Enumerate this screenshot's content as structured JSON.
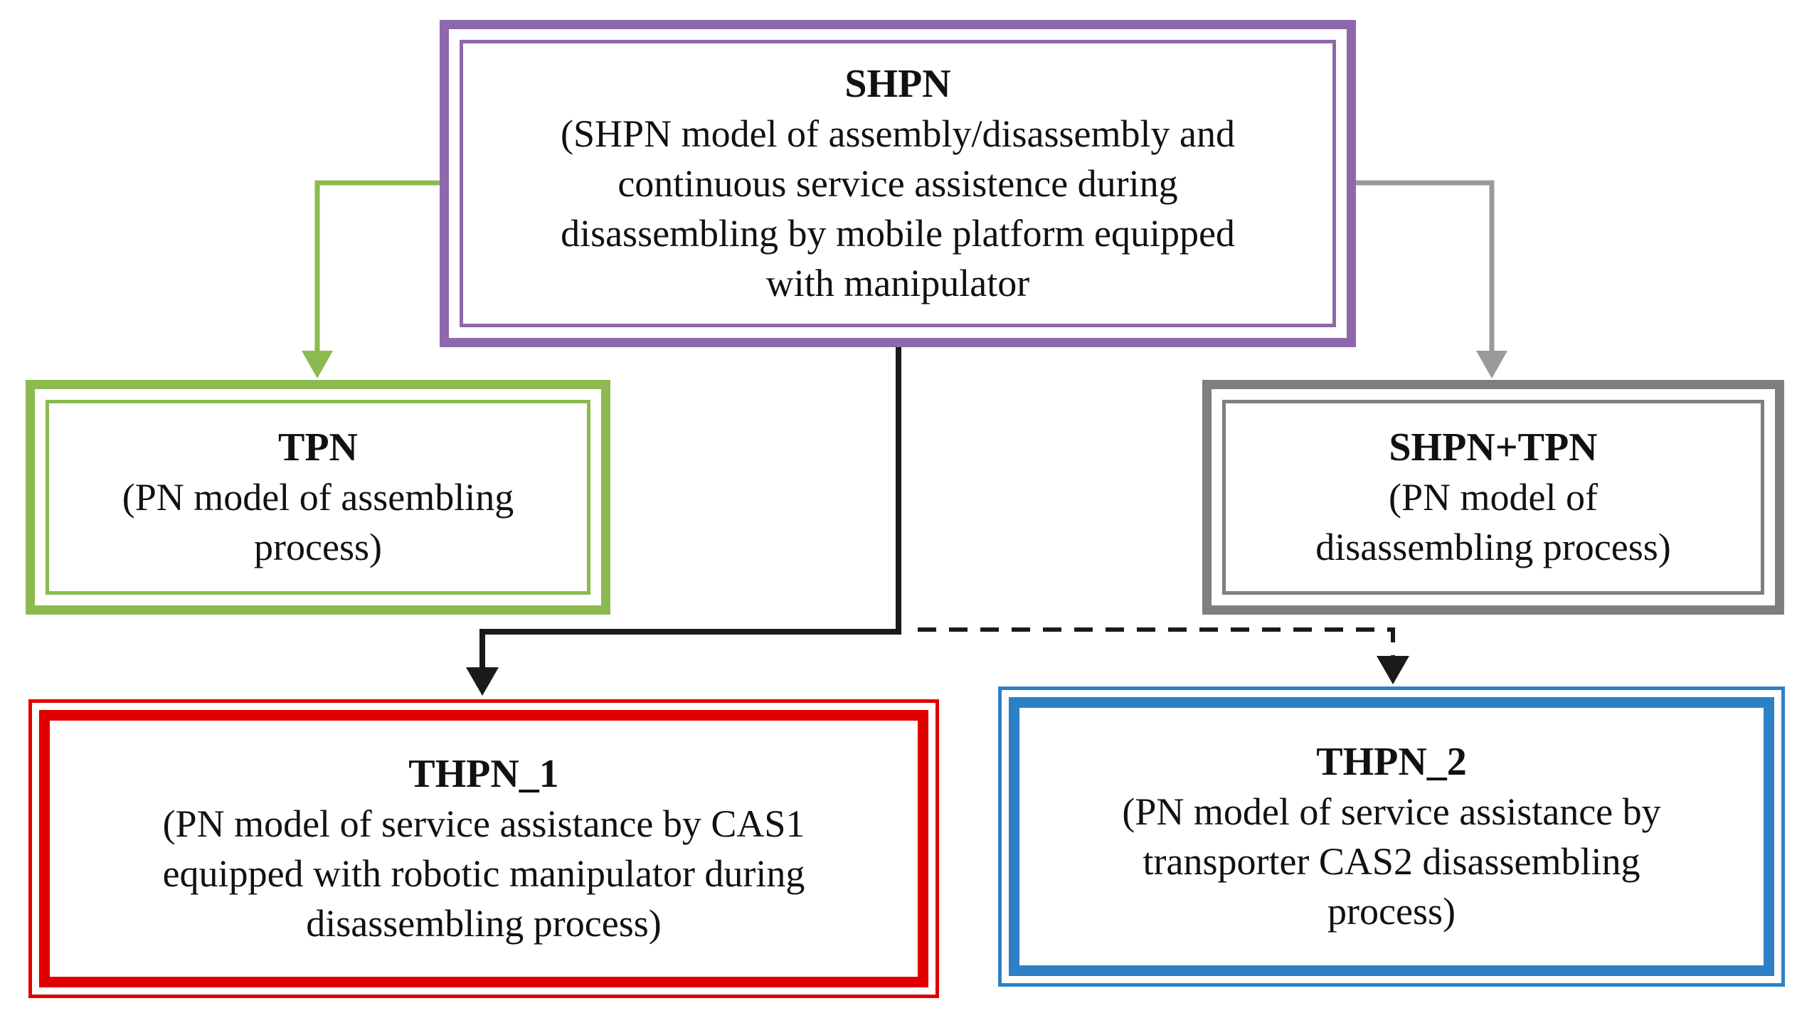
{
  "colors": {
    "shpn": "#8E68AC",
    "tpn": "#8CBA50",
    "shpn_tpn": "#7F7F7F",
    "thpn1": "#E00000",
    "thpn2": "#2E80C4",
    "connector_black": "#1A1A1A"
  },
  "nodes": {
    "shpn": {
      "title": "SHPN",
      "lines": [
        "(SHPN model of assembly/disassembly and",
        "continuous service assistence during",
        "disassembling by mobile platform equipped",
        "with manipulator"
      ]
    },
    "tpn": {
      "title": "TPN",
      "lines": [
        "(PN model of assembling",
        "process)"
      ]
    },
    "shpn_tpn": {
      "title": "SHPN+TPN",
      "lines": [
        "(PN model of",
        "disassembling process)"
      ]
    },
    "thpn1": {
      "title": "THPN_1",
      "lines": [
        "(PN model of service assistance by CAS1",
        "equipped with robotic manipulator during",
        "disassembling process)"
      ]
    },
    "thpn2": {
      "title": "THPN_2",
      "lines": [
        "(PN model of service assistance by",
        "transporter CAS2 disassembling",
        "process)"
      ]
    }
  },
  "edges": [
    {
      "from": "shpn",
      "to": "tpn",
      "style": "solid",
      "color": "#8CBA50"
    },
    {
      "from": "shpn",
      "to": "shpn_tpn",
      "style": "solid",
      "color": "#9A9A9A"
    },
    {
      "from": "shpn",
      "to": "thpn1",
      "style": "solid",
      "color": "#1A1A1A"
    },
    {
      "from": "shpn",
      "to": "thpn2",
      "style": "dashed",
      "color": "#1A1A1A"
    }
  ]
}
